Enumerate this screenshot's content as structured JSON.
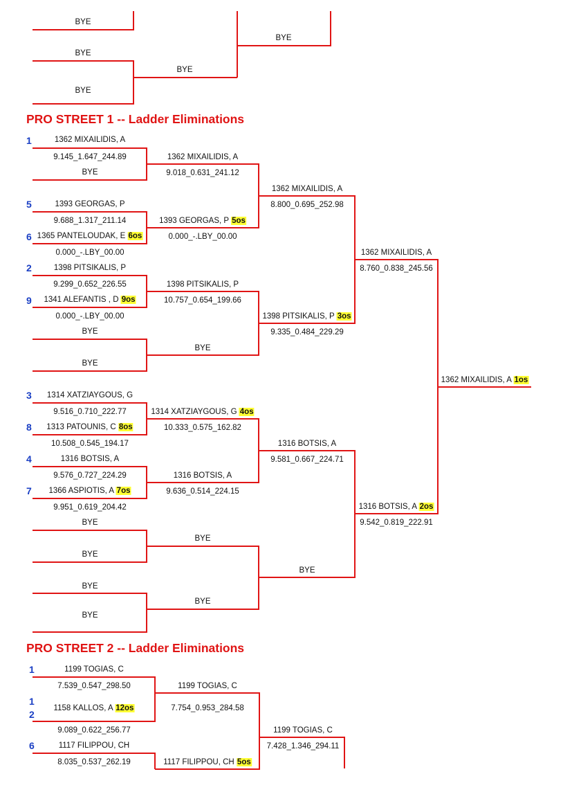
{
  "headings": {
    "street1": "PRO STREET 1 -- Ladder Eliminations",
    "street2": "PRO STREET 2 -- Ladder Eliminations"
  },
  "bye": "BYE",
  "top": {},
  "s1": {
    "seeds": [
      "1",
      "5",
      "6",
      "2",
      "9",
      "3",
      "8",
      "4",
      "7"
    ],
    "r1": {
      "a_name": "1362 MIXAILIDIS, A",
      "a_time": "9.145_1.647_244.89",
      "b_name": "1393 GEORGAS, P",
      "b_time": "9.688_1.317_211.14",
      "c_name": "1365 PANTELOUDAK, E",
      "c_badge": "6os",
      "c_time": "0.000_-.LBY_00.00",
      "d_name": "1398 PITSIKALIS, P",
      "d_time": "9.299_0.652_226.55",
      "e_name": "1341 ALEFANTIS , D",
      "e_badge": "9os",
      "e_time": "0.000_-.LBY_00.00",
      "f_name": "1314 XATZIAYGOUS, G",
      "f_time": "9.516_0.710_222.77",
      "g_name": "1313 PATOUNIS, C",
      "g_badge": "8os",
      "g_time": "10.508_0.545_194.17",
      "h_name": "1316 BOTSIS, A",
      "h_time": "9.576_0.727_224.29",
      "i_name": "1366 ASPIOTIS, A",
      "i_badge": "7os",
      "i_time": "9.951_0.619_204.42"
    },
    "r2": {
      "a_name": "1362 MIXAILIDIS, A",
      "a_time": "9.018_0.631_241.12",
      "b_name": "1393 GEORGAS, P",
      "b_badge": "5os",
      "b_time": "0.000_-.LBY_00.00",
      "c_name": "1398 PITSIKALIS, P",
      "c_time": "10.757_0.654_199.66",
      "e_name": "1314 XATZIAYGOUS, G",
      "e_badge": "4os",
      "e_time": "10.333_0.575_162.82",
      "f_name": "1316 BOTSIS, A",
      "f_time": "9.636_0.514_224.15"
    },
    "r3": {
      "a_name": "1362 MIXAILIDIS, A",
      "a_time": "8.800_0.695_252.98",
      "b_name": "1398 PITSIKALIS, P",
      "b_badge": "3os",
      "b_time": "9.335_0.484_229.29",
      "c_name": "1316 BOTSIS, A",
      "c_time": "9.581_0.667_224.71"
    },
    "r4": {
      "a_name": "1362 MIXAILIDIS, A",
      "a_time": "8.760_0.838_245.56",
      "b_name": "1316 BOTSIS, A",
      "b_badge": "2os",
      "b_time": "9.542_0.819_222.91"
    },
    "r5": {
      "name": "1362 MIXAILIDIS, A",
      "badge": "1os"
    }
  },
  "s2": {
    "seeds": [
      "1",
      "1",
      "2",
      "6"
    ],
    "r1": {
      "a_name": "1199 TOGIAS, C",
      "a_time": "7.539_0.547_298.50",
      "b_name": "1158 KALLOS, A",
      "b_badge": "12os",
      "b_time": "9.089_0.622_256.77",
      "c_name": "1117 FILIPPOU, CH",
      "c_time": "8.035_0.537_262.19"
    },
    "r2": {
      "a_name": "1199 TOGIAS, C",
      "a_time": "7.754_0.953_284.58",
      "b_name": "1117 FILIPPOU, CH",
      "b_badge": "5os"
    },
    "r3": {
      "a_name": "1199 TOGIAS, C",
      "a_time": "7.428_1.346_294.11"
    }
  }
}
